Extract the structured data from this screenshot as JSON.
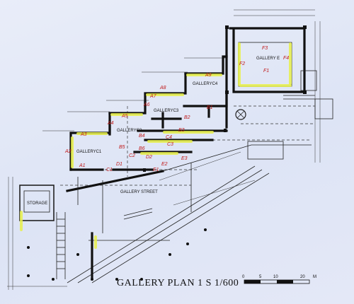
{
  "title": "GALLERY PLAN 1 S 1/600",
  "scale_bar": {
    "ticks": [
      "0",
      "5",
      "10",
      "20"
    ],
    "unit": "M"
  },
  "rooms": {
    "gallery1": "GALLERYC1",
    "gallery2": "GALLERYC2",
    "gallery3": "GALLERYC3",
    "gallery4": "GALLERYC4",
    "gallery_e": "GALLERY E",
    "gallery_street": "GALLERY STREET",
    "storage": "STORAGE"
  },
  "markers": {
    "a1": "A1",
    "a2": "A2",
    "a3": "A3",
    "a4": "A4",
    "a5": "A5",
    "a6": "A6",
    "a7": "A7",
    "a8": "A8",
    "a9": "A9",
    "b1": "B1",
    "b2": "B2",
    "b3": "B3",
    "b4": "B4",
    "b5": "B5",
    "b6": "B6",
    "c1": "C1",
    "c2": "C2",
    "c3": "C3",
    "c4": "C4",
    "d1": "D1",
    "d2": "D2",
    "e1": "E1",
    "e2": "E2",
    "e3": "E3",
    "f1": "F1",
    "f2": "F2",
    "f3": "F3",
    "f4": "F4"
  }
}
